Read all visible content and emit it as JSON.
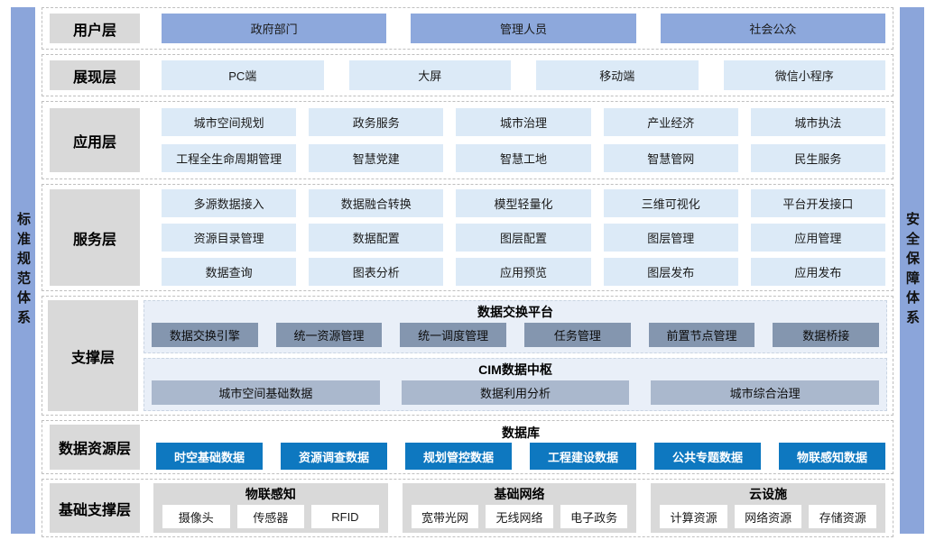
{
  "side_bars": {
    "left": "标准规范体系",
    "right": "安全保障体系"
  },
  "layers": [
    {
      "label": "用户层",
      "items": [
        "政府部门",
        "管理人员",
        "社会公众"
      ]
    },
    {
      "label": "展现层",
      "items": [
        "PC端",
        "大屏",
        "移动端",
        "微信小程序"
      ]
    },
    {
      "label": "应用层",
      "rows": [
        [
          "城市空间规划",
          "政务服务",
          "城市治理",
          "产业经济",
          "城市执法"
        ],
        [
          "工程全生命周期管理",
          "智慧党建",
          "智慧工地",
          "智慧管网",
          "民生服务"
        ]
      ]
    },
    {
      "label": "服务层",
      "rows": [
        [
          "多源数据接入",
          "数据融合转换",
          "模型轻量化",
          "三维可视化",
          "平台开发接口"
        ],
        [
          "资源目录管理",
          "数据配置",
          "图层配置",
          "图层管理",
          "应用管理"
        ],
        [
          "数据查询",
          "图表分析",
          "应用预览",
          "图层发布",
          "应用发布"
        ]
      ]
    },
    {
      "label": "支撑层",
      "panels": [
        {
          "title": "数据交换平台",
          "items": [
            "数据交换引擎",
            "统一资源管理",
            "统一调度管理",
            "任务管理",
            "前置节点管理",
            "数据桥接"
          ]
        },
        {
          "title": "CIM数据中枢",
          "items": [
            "城市空间基础数据",
            "数据利用分析",
            "城市综合治理"
          ]
        }
      ]
    },
    {
      "label": "数据资源层",
      "title": "数据库",
      "items": [
        "时空基础数据",
        "资源调查数据",
        "规划管控数据",
        "工程建设数据",
        "公共专题数据",
        "物联感知数据"
      ]
    },
    {
      "label": "基础支撑层",
      "groups": [
        {
          "title": "物联感知",
          "items": [
            "摄像头",
            "传感器",
            "RFID"
          ]
        },
        {
          "title": "基础网络",
          "items": [
            "宽带光网",
            "无线网络",
            "电子政务"
          ]
        },
        {
          "title": "云设施",
          "items": [
            "计算资源",
            "网络资源",
            "存储资源"
          ]
        }
      ]
    }
  ],
  "colors": {
    "side_bar": "#8BA5DA",
    "user_box": "#8DA8DC",
    "light_box": "#DCEAF7",
    "panel_bg": "#E9EFF8",
    "slate_box": "#8496AF",
    "slate_light_box": "#AAB8CD",
    "bright_blue_box": "#0E78C0",
    "label_gray": "#D9D9D9",
    "dashed_border": "#BFBFBF"
  }
}
